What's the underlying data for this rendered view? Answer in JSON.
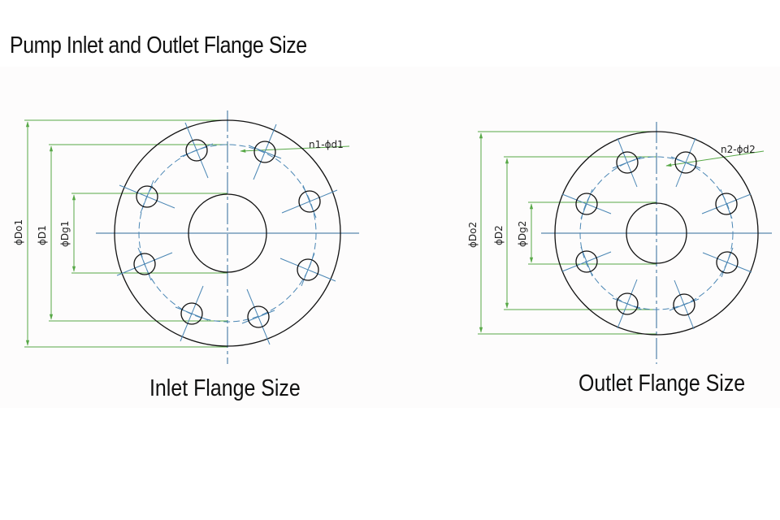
{
  "page_title": "Pump Inlet and Outlet Flange Size",
  "colors": {
    "outline": "#111111",
    "centerline": "#2f6a9a",
    "bolt_circle": "#4a86b4",
    "dimension": "#57a846"
  },
  "inlet": {
    "caption": "Inlet Flange Size",
    "labels": {
      "outer_dia": "ϕDo1",
      "flange_dia": "ϕD1",
      "bore_dia": "ϕDg1",
      "bolt_holes": "n1-ϕd1"
    }
  },
  "outlet": {
    "caption": "Outlet Flange Size",
    "labels": {
      "outer_dia": "ϕDo2",
      "flange_dia": "ϕD2",
      "bore_dia": "ϕDg2",
      "bolt_holes": "n2-ϕd2"
    }
  }
}
